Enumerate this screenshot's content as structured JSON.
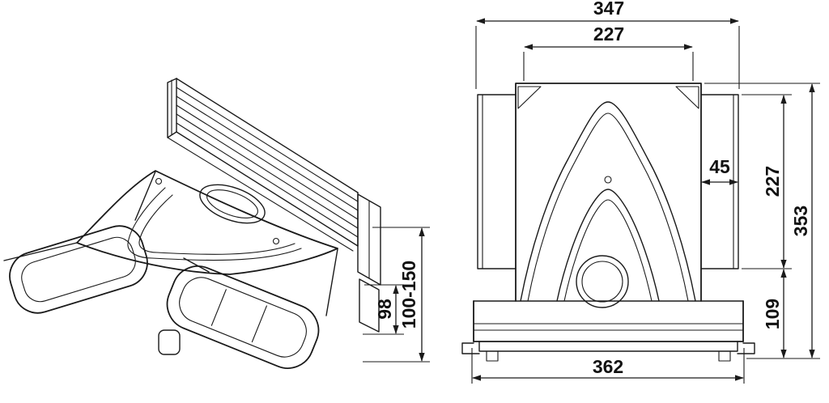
{
  "drawing": {
    "kind": "technical-dimension-drawing",
    "ink_color": "#1a1a1a",
    "background_color": "#ffffff"
  },
  "dims": {
    "top_width": "347",
    "inner_width": "227",
    "flange_depth": "45",
    "flange_height": "227",
    "overall_height": "353",
    "base_height": "109",
    "base_width": "362",
    "duct_height": "98",
    "adjust_range": "100-150"
  }
}
